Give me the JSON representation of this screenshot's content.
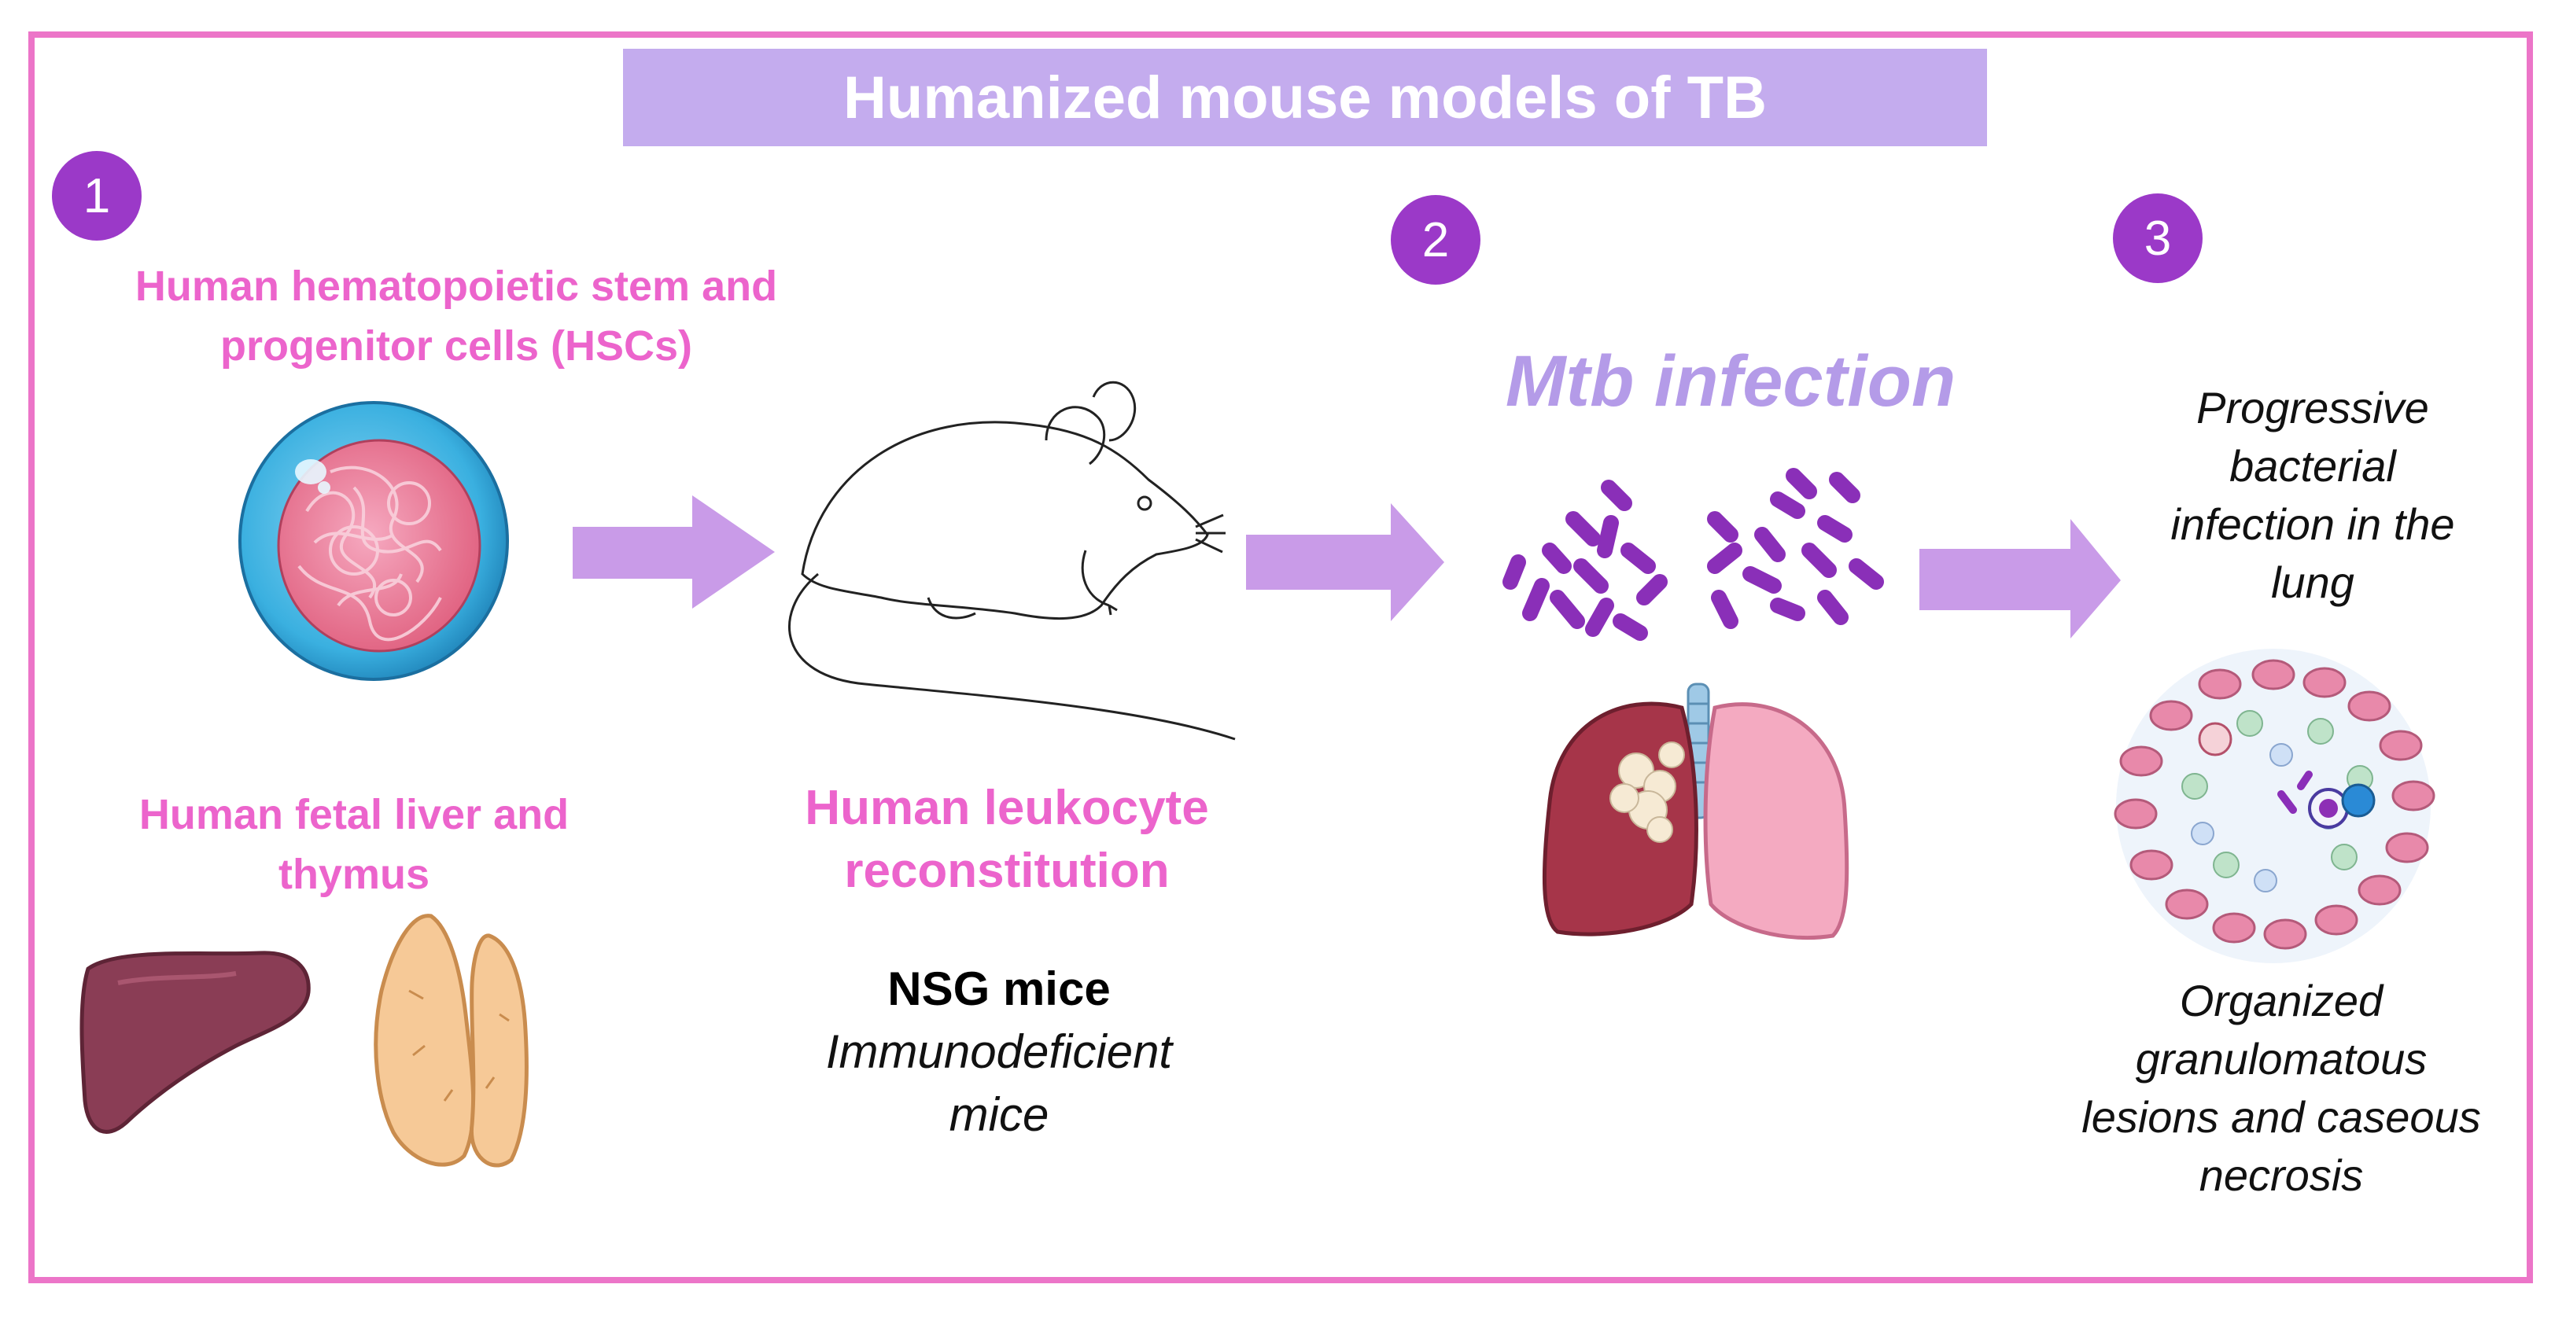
{
  "title": "Humanized mouse models of TB",
  "steps": [
    {
      "number": "1"
    },
    {
      "number": "2"
    },
    {
      "number": "3"
    }
  ],
  "hsc": {
    "line1": "Human hematopoietic stem and",
    "line2": "progenitor cells (HSCs)"
  },
  "fetal": {
    "line1": "Human fetal liver and",
    "line2": "thymus"
  },
  "leukocyte": {
    "line1": "Human leukocyte",
    "line2": "reconstitution"
  },
  "nsg": {
    "title": "NSG mice",
    "sub1": "Immunodeficient",
    "sub2": "mice"
  },
  "mtb": {
    "label": "Mtb infection"
  },
  "progressive": {
    "lines": [
      "Progressive",
      "bacterial",
      "infection in the",
      "lung"
    ]
  },
  "organized": {
    "lines": [
      "Organized",
      "granulomatous",
      "lesions and caseous",
      "necrosis"
    ]
  },
  "colors": {
    "frame": "#ec75c8",
    "banner": "#c4acee",
    "badge": "#9b39c8",
    "pink_text": "#ec64cc",
    "mtb_text": "#b49be8",
    "arrow": "#c99be8",
    "bacteria": "#8a2fb8"
  },
  "icons": [
    "stem-cell-icon",
    "liver-icon",
    "thymus-icon",
    "mouse-icon",
    "bacteria-icon",
    "lungs-icon",
    "granuloma-icon",
    "arrow-right-icon"
  ]
}
